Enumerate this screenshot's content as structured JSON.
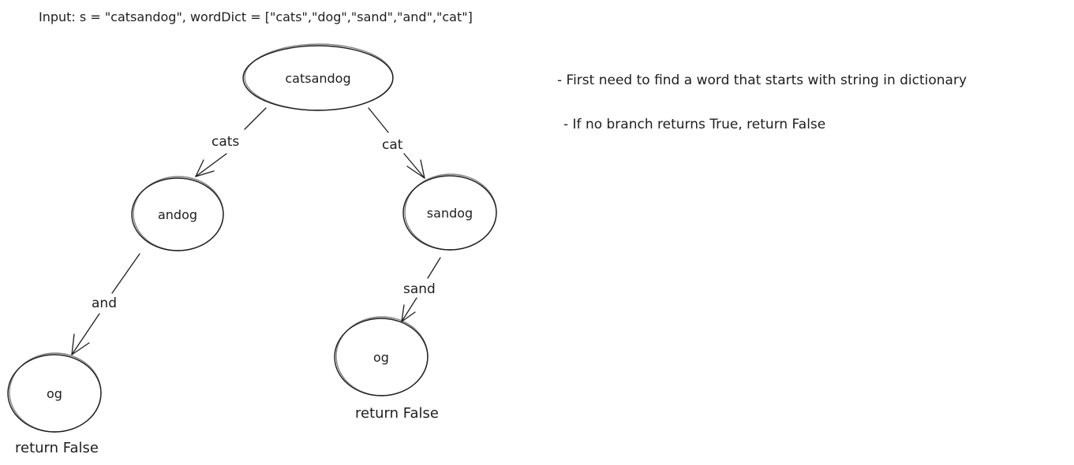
{
  "header": {
    "input": "Input: s = \"catsandog\", wordDict = [\"cats\",\"dog\",\"sand\",\"and\",\"cat\"]"
  },
  "tree": {
    "nodes": [
      {
        "id": "root",
        "label": "catsandog"
      },
      {
        "id": "left",
        "label": "andog"
      },
      {
        "id": "right",
        "label": "sandog"
      },
      {
        "id": "left-leaf",
        "label": "og",
        "result": "return False"
      },
      {
        "id": "right-leaf",
        "label": "og",
        "result": "return False"
      }
    ],
    "edges": [
      {
        "id": "edge-cats",
        "from": "root",
        "to": "left",
        "label": "cats"
      },
      {
        "id": "edge-cat",
        "from": "root",
        "to": "right",
        "label": "cat"
      },
      {
        "id": "edge-and",
        "from": "left",
        "to": "left-leaf",
        "label": "and"
      },
      {
        "id": "edge-sand",
        "from": "right",
        "to": "right-leaf",
        "label": "sand"
      }
    ]
  },
  "notes": [
    "- First need to find a word that starts with string in dictionary",
    "- If no branch returns True, return False"
  ]
}
